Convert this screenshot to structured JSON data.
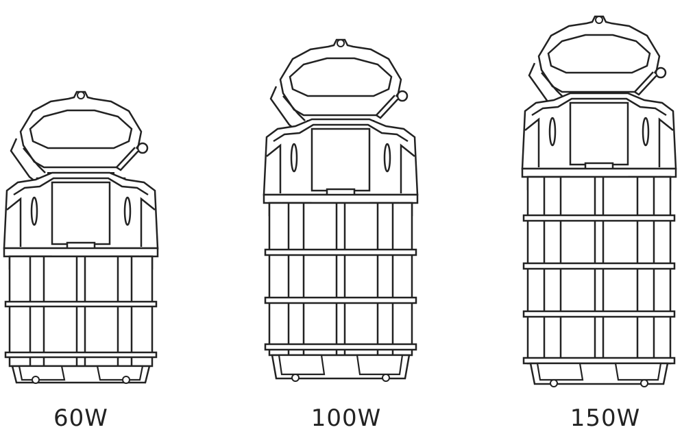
{
  "lamps": [
    {
      "label": "60W"
    },
    {
      "label": "100W"
    },
    {
      "label": "150W"
    }
  ],
  "colors": {
    "stroke": "#222222",
    "fill": "#ffffff"
  },
  "icons": [
    "work-light-icon"
  ]
}
